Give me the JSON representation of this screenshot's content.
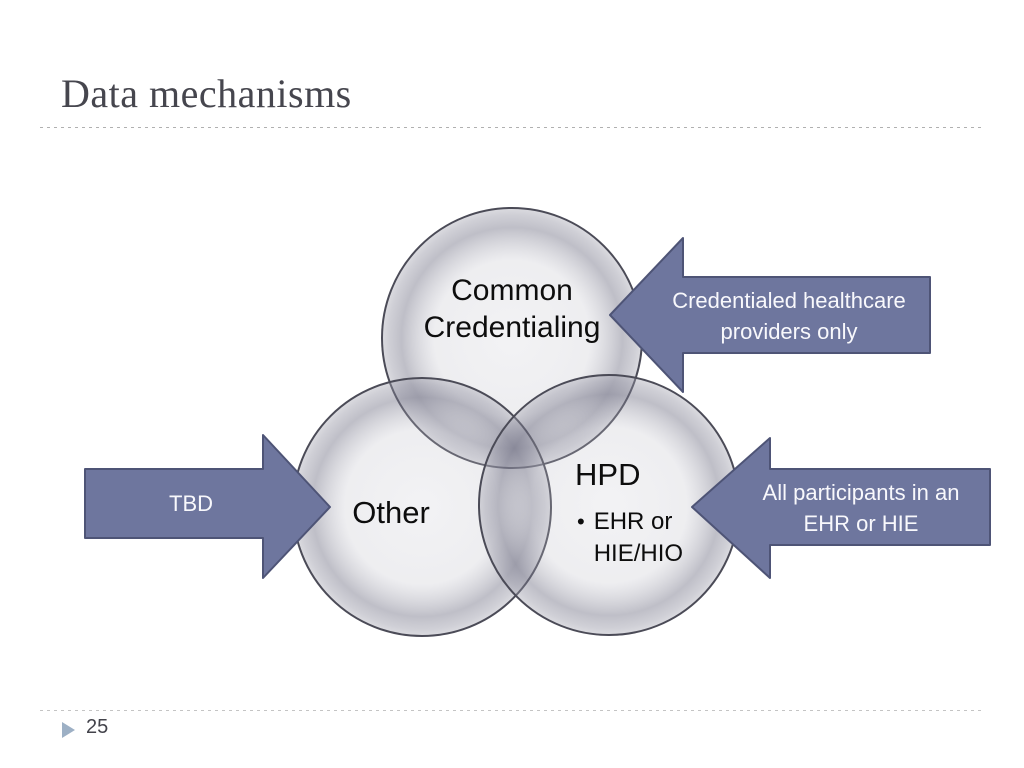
{
  "slide": {
    "title": "Data mechanisms",
    "page_number": "25"
  },
  "venn": {
    "circles": [
      {
        "id": "common-credentialing",
        "label": "Common Credentialing"
      },
      {
        "id": "other",
        "label": "Other"
      },
      {
        "id": "hpd",
        "label": "HPD",
        "bullet_char": "•",
        "bullet_text": "EHR or HIE/HIO"
      }
    ]
  },
  "arrows": [
    {
      "id": "tbd",
      "label": "TBD",
      "direction": "right"
    },
    {
      "id": "credentialed",
      "label": "Credentialed healthcare providers only",
      "direction": "left"
    },
    {
      "id": "participants",
      "label": "All participants in an EHR or HIE",
      "direction": "left"
    }
  ],
  "colors": {
    "arrow_fill": "#6e769e",
    "arrow_border": "#4e5476",
    "arrow_text": "#f8f8fc",
    "circle_stroke": "#4b4b57",
    "circle_fill_light": "#ececee",
    "overlap_fill": "#d8d8dc",
    "title_text": "#46464e",
    "footer_marker": "#9db0c5",
    "divider": "#b3b3b3",
    "diagram_text": "#0d0d0d"
  }
}
